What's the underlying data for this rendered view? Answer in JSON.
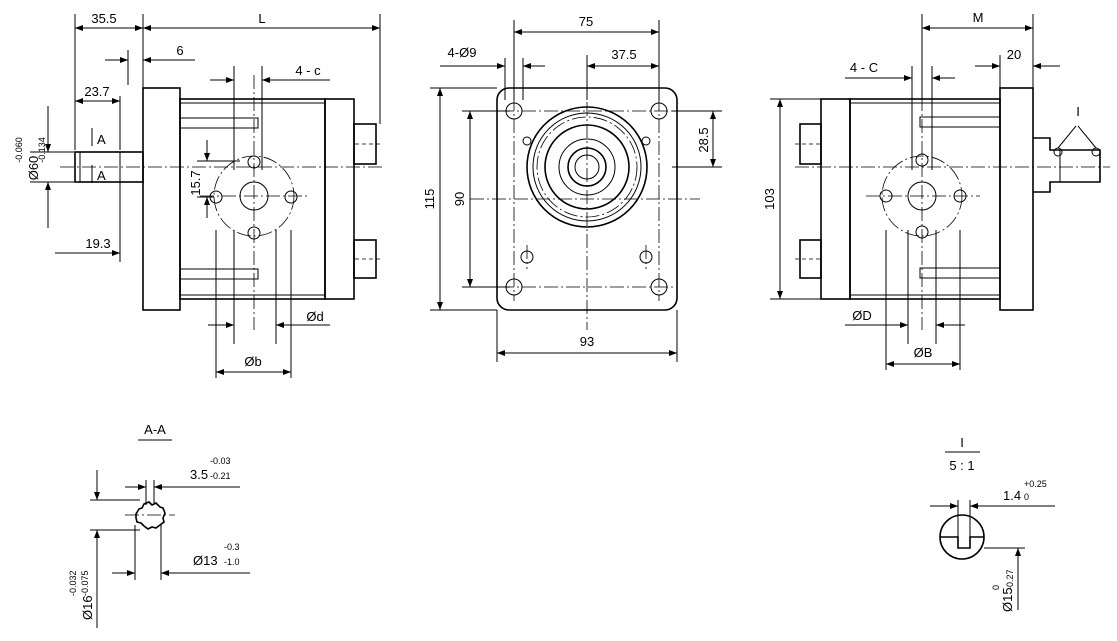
{
  "front_view": {
    "dim_35_5": "35.5",
    "dim_L": "L",
    "dim_6": "6",
    "dim_4c": "4 - c",
    "dim_23_7": "23.7",
    "section_mark_top": "A",
    "section_mark_bottom": "A",
    "dim_d60_main": "Ø60",
    "dim_d60_upper": "-0.060",
    "dim_d60_lower": "-0.134",
    "dim_15_7": "15.7",
    "dim_19_3": "19.3",
    "dim_d": "Ød",
    "dim_b": "Øb"
  },
  "flange_view": {
    "dim_75": "75",
    "dim_4d9": "4-Ø9",
    "dim_37_5": "37.5",
    "dim_28_5": "28.5",
    "dim_115": "115",
    "dim_90": "90",
    "dim_93": "93"
  },
  "rear_view": {
    "dim_M": "M",
    "dim_4C": "4 - C",
    "dim_20": "20",
    "detail_ref": "I",
    "dim_103": "103",
    "dim_D": "ØD",
    "dim_B": "ØB"
  },
  "section_aa": {
    "title": "A-A",
    "dim_3_5_main": "3.5",
    "dim_3_5_upper": "-0.03",
    "dim_3_5_lower": "-0.21",
    "dim_d13_main": "Ø13",
    "dim_d13_upper": "-0.3",
    "dim_d13_lower": "-1.0",
    "dim_d16_main": "Ø16",
    "dim_d16_upper": "-0.032",
    "dim_d16_lower": "-0.075"
  },
  "detail_i": {
    "title": "I",
    "scale": "5 : 1",
    "dim_1_4_main": "1.4",
    "dim_1_4_upper": "+0.25",
    "dim_1_4_lower": "0",
    "dim_d15_main": "Ø15",
    "dim_d15_upper": "0",
    "dim_d15_lower": "-0.27"
  }
}
